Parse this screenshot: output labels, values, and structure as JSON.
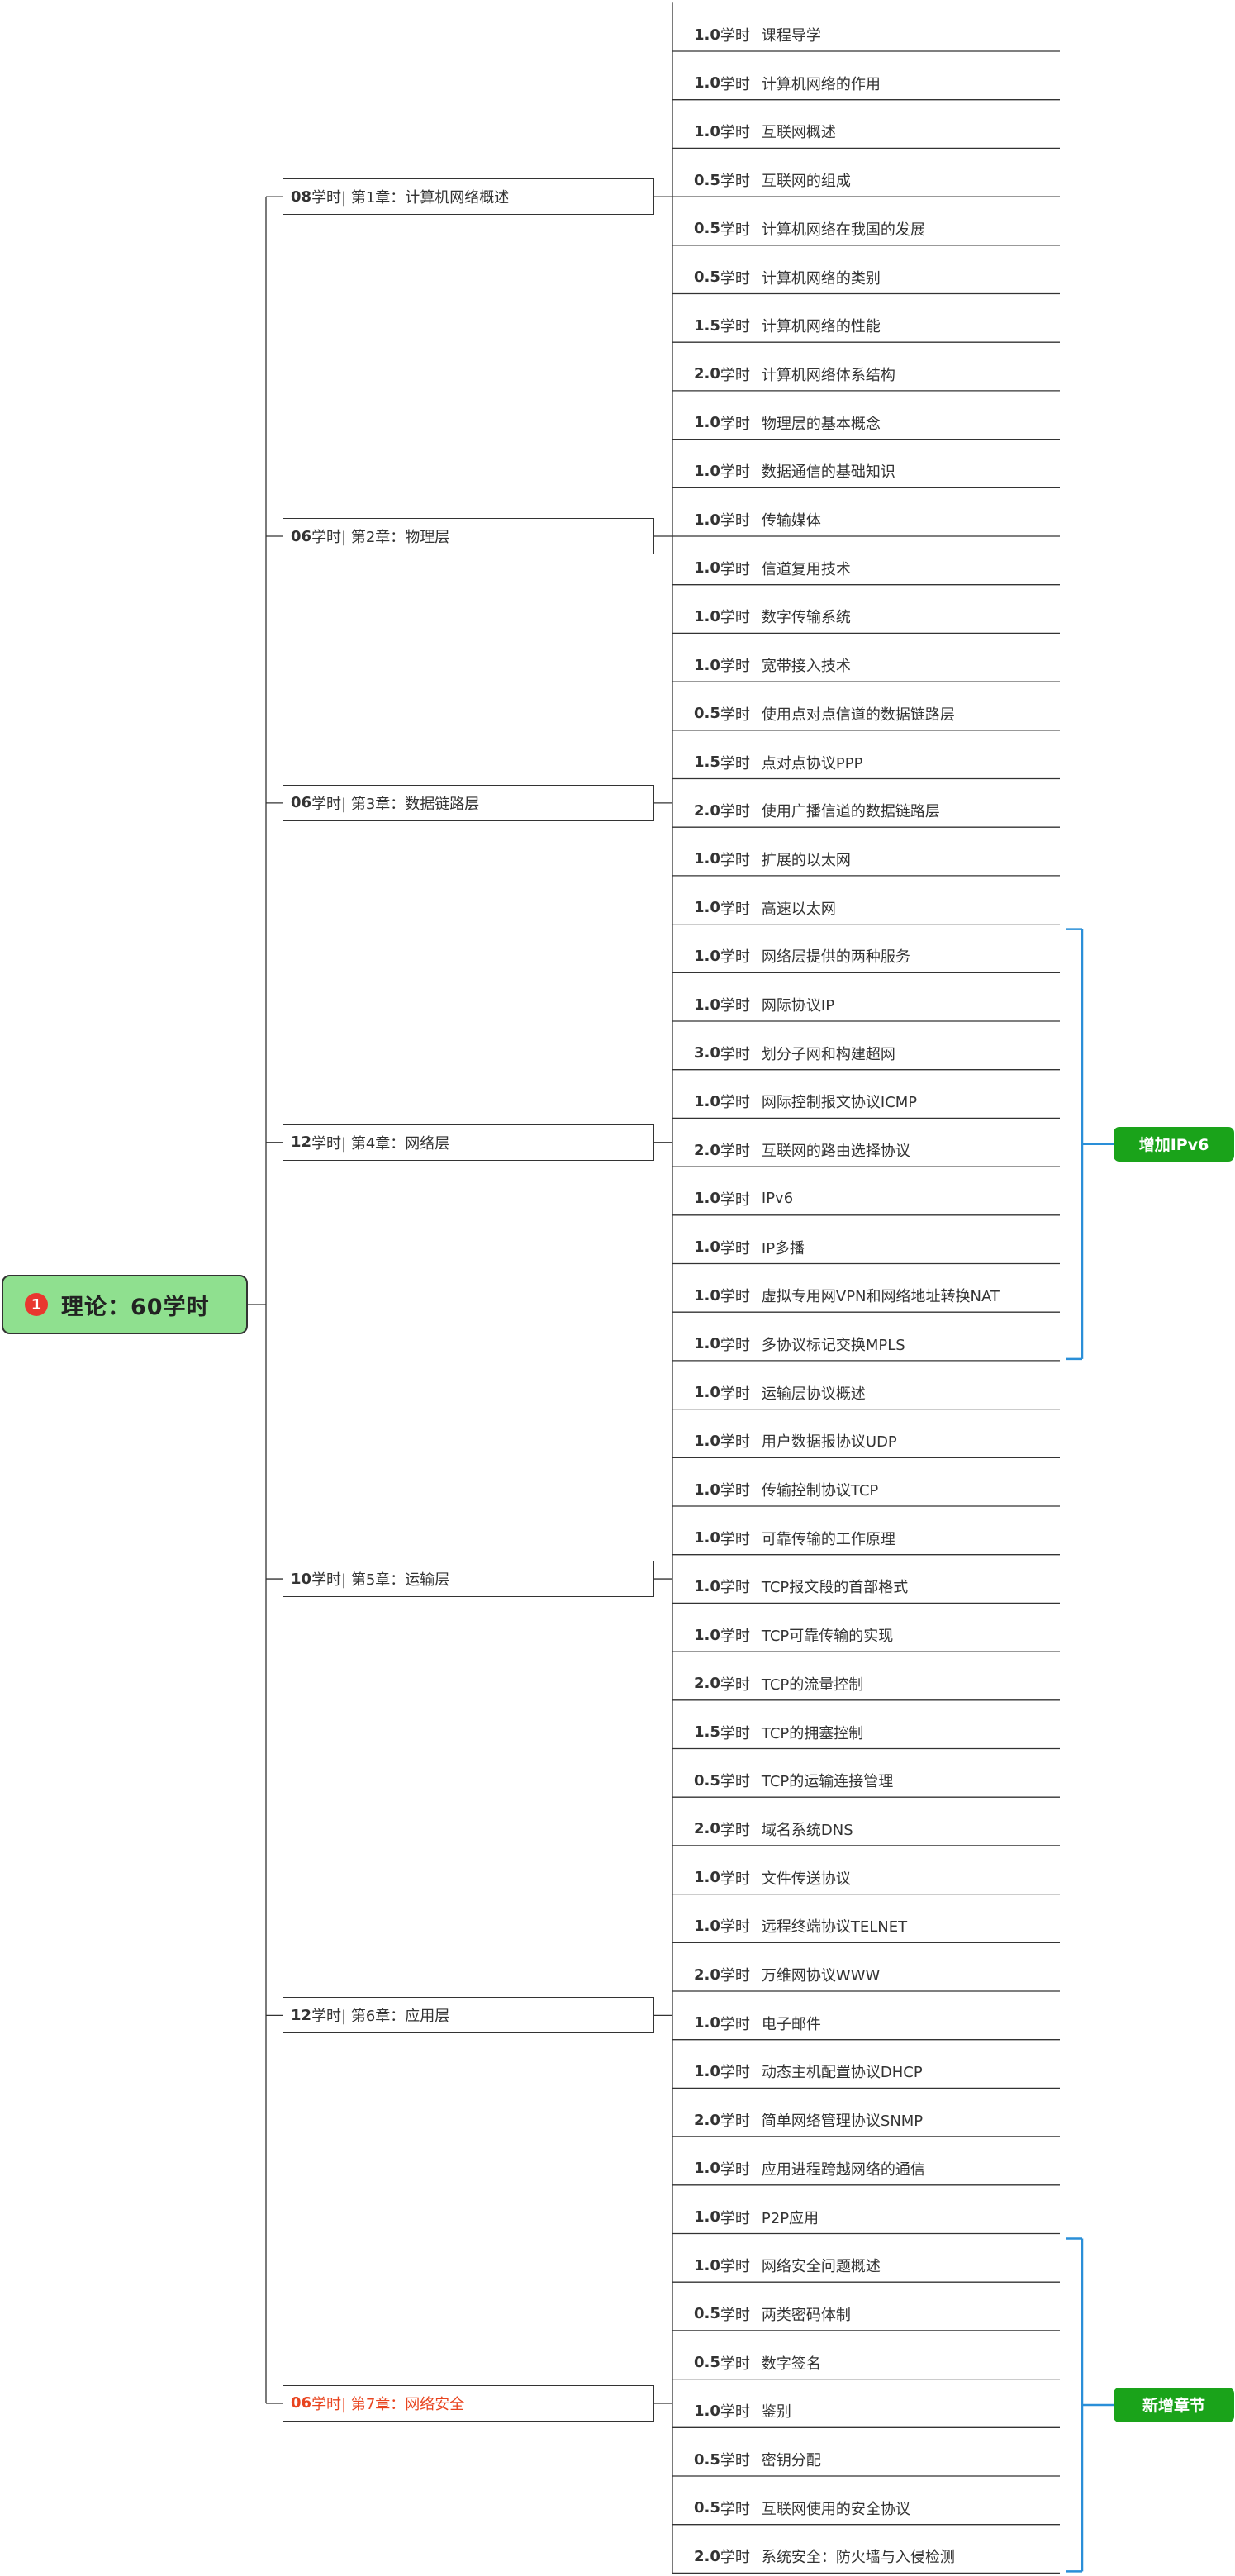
{
  "root": {
    "number": "1",
    "label": "理论：60学时"
  },
  "unit": "学时",
  "chapters": [
    {
      "hours": "08",
      "title": "| 第1章：计算机网络概述",
      "items": [
        {
          "hours": "1.0",
          "title": "课程导学"
        },
        {
          "hours": "1.0",
          "title": "计算机网络的作用"
        },
        {
          "hours": "1.0",
          "title": "互联网概述"
        },
        {
          "hours": "0.5",
          "title": "互联网的组成"
        },
        {
          "hours": "0.5",
          "title": "计算机网络在我国的发展"
        },
        {
          "hours": "0.5",
          "title": "计算机网络的类别"
        },
        {
          "hours": "1.5",
          "title": "计算机网络的性能"
        },
        {
          "hours": "2.0",
          "title": "计算机网络体系结构"
        }
      ]
    },
    {
      "hours": "06",
      "title": "| 第2章：物理层",
      "items": [
        {
          "hours": "1.0",
          "title": "物理层的基本概念"
        },
        {
          "hours": "1.0",
          "title": "数据通信的基础知识"
        },
        {
          "hours": "1.0",
          "title": "传输媒体"
        },
        {
          "hours": "1.0",
          "title": "信道复用技术"
        },
        {
          "hours": "1.0",
          "title": "数字传输系统"
        },
        {
          "hours": "1.0",
          "title": "宽带接入技术"
        }
      ]
    },
    {
      "hours": "06",
      "title": "| 第3章：数据链路层",
      "items": [
        {
          "hours": "0.5",
          "title": "使用点对点信道的数据链路层"
        },
        {
          "hours": "1.5",
          "title": "点对点协议PPP"
        },
        {
          "hours": "2.0",
          "title": "使用广播信道的数据链路层"
        },
        {
          "hours": "1.0",
          "title": "扩展的以太网"
        },
        {
          "hours": "1.0",
          "title": "高速以太网"
        }
      ]
    },
    {
      "hours": "12",
      "title": "| 第4章：网络层",
      "tag": "增加IPv6",
      "items": [
        {
          "hours": "1.0",
          "title": "网络层提供的两种服务"
        },
        {
          "hours": "1.0",
          "title": "网际协议IP"
        },
        {
          "hours": "3.0",
          "title": "划分子网和构建超网"
        },
        {
          "hours": "1.0",
          "title": "网际控制报文协议ICMP"
        },
        {
          "hours": "2.0",
          "title": "互联网的路由选择协议"
        },
        {
          "hours": "1.0",
          "title": "IPv6"
        },
        {
          "hours": "1.0",
          "title": "IP多播"
        },
        {
          "hours": "1.0",
          "title": "虚拟专用网VPN和网络地址转换NAT"
        },
        {
          "hours": "1.0",
          "title": "多协议标记交换MPLS"
        }
      ]
    },
    {
      "hours": "10",
      "title": "| 第5章：运输层",
      "items": [
        {
          "hours": "1.0",
          "title": "运输层协议概述"
        },
        {
          "hours": "1.0",
          "title": "用户数据报协议UDP"
        },
        {
          "hours": "1.0",
          "title": "传输控制协议TCP"
        },
        {
          "hours": "1.0",
          "title": "可靠传输的工作原理"
        },
        {
          "hours": "1.0",
          "title": "TCP报文段的首部格式"
        },
        {
          "hours": "1.0",
          "title": "TCP可靠传输的实现"
        },
        {
          "hours": "2.0",
          "title": "TCP的流量控制"
        },
        {
          "hours": "1.5",
          "title": "TCP的拥塞控制"
        },
        {
          "hours": "0.5",
          "title": "TCP的运输连接管理"
        }
      ]
    },
    {
      "hours": "12",
      "title": "| 第6章：应用层",
      "items": [
        {
          "hours": "2.0",
          "title": "域名系统DNS"
        },
        {
          "hours": "1.0",
          "title": "文件传送协议"
        },
        {
          "hours": "1.0",
          "title": "远程终端协议TELNET"
        },
        {
          "hours": "2.0",
          "title": "万维网协议WWW"
        },
        {
          "hours": "1.0",
          "title": "电子邮件"
        },
        {
          "hours": "1.0",
          "title": "动态主机配置协议DHCP"
        },
        {
          "hours": "2.0",
          "title": "简单网络管理协议SNMP"
        },
        {
          "hours": "1.0",
          "title": "应用进程跨越网络的通信"
        },
        {
          "hours": "1.0",
          "title": "P2P应用"
        }
      ]
    },
    {
      "hours": "06",
      "title": "| 第7章：网络安全",
      "tag": "新增章节",
      "highlight": "#e8441f",
      "items": [
        {
          "hours": "1.0",
          "title": "网络安全问题概述"
        },
        {
          "hours": "0.5",
          "title": "两类密码体制"
        },
        {
          "hours": "0.5",
          "title": "数字签名"
        },
        {
          "hours": "1.0",
          "title": "鉴别"
        },
        {
          "hours": "0.5",
          "title": "密钥分配"
        },
        {
          "hours": "0.5",
          "title": "互联网使用的安全协议"
        },
        {
          "hours": "2.0",
          "title": "系统安全：防火墙与入侵检测"
        }
      ]
    }
  ],
  "colors": {
    "root_fill": "#8fe08f",
    "tag_fill": "#1aa31a",
    "bracket": "#2a8fd8",
    "line": "#333333",
    "badge": "#e9372f"
  }
}
